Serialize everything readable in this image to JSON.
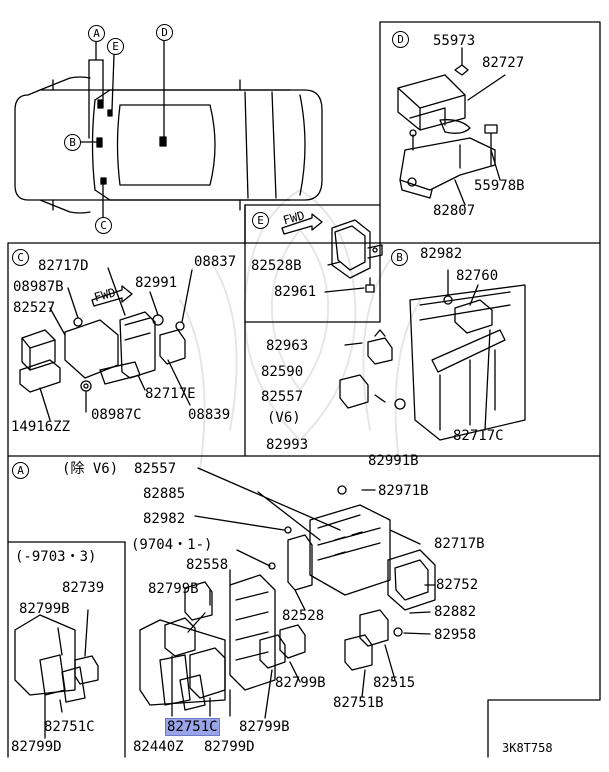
{
  "diagram": {
    "ref_code": "3K8T758",
    "sections": {
      "a": {
        "marker": "A",
        "note": "(除 V6)",
        "note_suffix": "82557"
      },
      "b": {
        "marker": "B"
      },
      "c": {
        "marker": "C"
      },
      "d": {
        "marker": "D"
      },
      "e": {
        "marker": "E",
        "fwd": "FWD"
      }
    },
    "vehicle_markers": [
      "A",
      "E",
      "D",
      "B",
      "C"
    ],
    "c_fwd": "FWD",
    "sub_ranges": {
      "left": "(-9703・3)",
      "right": "(9704・1-)"
    },
    "labels": {
      "d1": "55973",
      "d2": "82727",
      "d3": "55978B",
      "d4": "82807",
      "e1": "82528B",
      "e2": "82961",
      "c1": "82717D",
      "c2": "08837",
      "c3": "08987B",
      "c4": "82991",
      "c5": "82527",
      "c6": "82717E",
      "c7": "08839",
      "c8": "14916ZZ",
      "c9": "08987C",
      "b1": "82982",
      "b2": "82760",
      "b3": "82963",
      "b4": "82590",
      "b5": "82557",
      "b6": "(V6)",
      "b7": "82993",
      "b8": "82717C",
      "b9": "82991B",
      "a1": "82885",
      "a2": "82971B",
      "a3": "82982",
      "a4": "82717B",
      "a5": "82558",
      "a6": "82752",
      "a7": "82799B",
      "a8": "82528",
      "a9": "82882",
      "a10": "82958",
      "a11": "82739",
      "a12": "82799B",
      "a13": "82515",
      "a14": "82799B",
      "a15": "82751B",
      "a16": "82751C",
      "a17": "82751C",
      "a18": "82799B",
      "a19": "82799D",
      "a20": "82440Z",
      "a21": "82799D"
    }
  }
}
